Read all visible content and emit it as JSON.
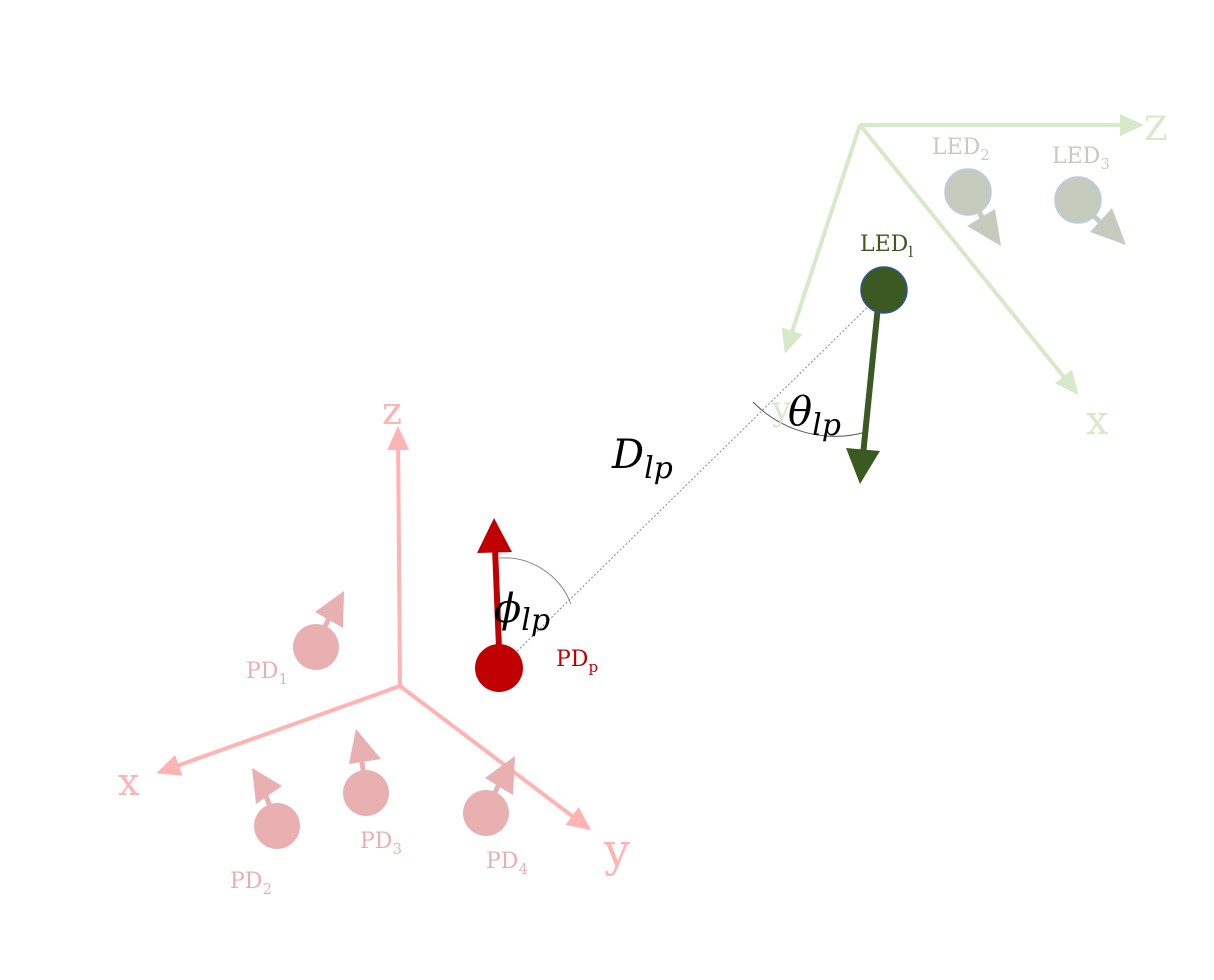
{
  "colors": {
    "pd_frame": "#FFB3B3",
    "pd_other": "#E8B0B0",
    "pd_active": "#C00000",
    "led_frame": "#D6E9C9",
    "led_other": "#C5CCBD",
    "led_active": "#3B5A22",
    "los_line": "#888888",
    "math_text": "#000000"
  },
  "pd_frame": {
    "axis_z": "z",
    "axis_x": "x",
    "axis_y": "y"
  },
  "led_frame": {
    "axis_z": "Z",
    "axis_x": "x",
    "axis_y": "y"
  },
  "pd_labels": {
    "pd1": {
      "base": "PD",
      "sub": "1"
    },
    "pd2": {
      "base": "PD",
      "sub": "2"
    },
    "pd3": {
      "base": "PD",
      "sub": "3"
    },
    "pd4": {
      "base": "PD",
      "sub": "4"
    },
    "pdp": {
      "base": "PD",
      "sub": "p"
    }
  },
  "led_labels": {
    "led1": {
      "base": "LED",
      "sub": "l"
    },
    "led2": {
      "base": "LED",
      "sub": "2"
    },
    "led3": {
      "base": "LED",
      "sub": "3"
    }
  },
  "math": {
    "distance": {
      "base": "D",
      "sub": "lp"
    },
    "irradiance_angle": {
      "base": "θ",
      "sub": "lp"
    },
    "incidence_angle": {
      "base": "ϕ",
      "sub": "lp"
    }
  }
}
